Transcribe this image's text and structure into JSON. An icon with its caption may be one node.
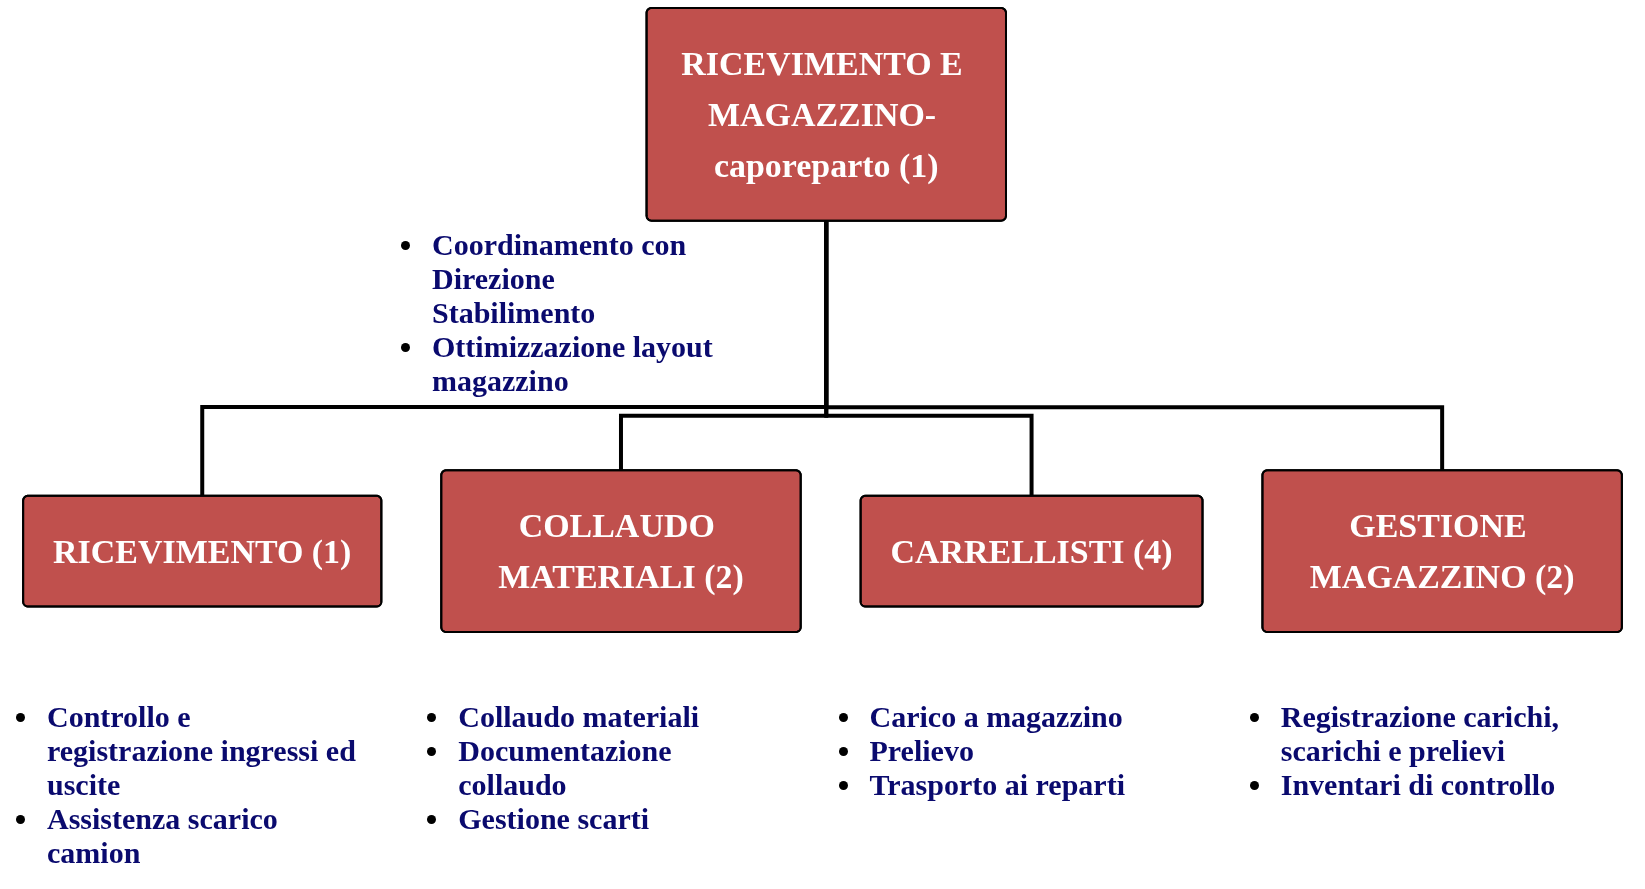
{
  "diagram": {
    "nodes": [
      {
        "text": [
          "RICEVIMENTO E MAGAZZINO- caporeparto (1)"
        ],
        "beside": [
          "Coordinamento con Direzione Stabilimento",
          "Ottimizzazione layout magazzino"
        ]
      },
      {
        "text": [
          "RICEVIMENTO (1)"
        ],
        "beside": [
          "Controllo e registrazione ingressi ed uscite",
          "Assistenza scarico camion"
        ]
      },
      {
        "text": [
          "COLLAUDO MATERIALI (2)"
        ],
        "beside": [
          "Collaudo materiali",
          "Documentazione collaudo",
          "Gestione scarti"
        ]
      },
      {
        "text": [
          "CARRELLISTI (4)"
        ],
        "beside": [
          "Carico a magazzino",
          "Prelievo",
          "Trasporto ai reparti"
        ]
      },
      {
        "text": [
          "GESTIONE MAGAZZINO (2)"
        ],
        "beside": [
          "Registrazione carichi, scarichi e prelievi",
          "Inventari di controllo"
        ]
      }
    ],
    "edges": [
      {
        "from": 0,
        "to": 1,
        "arrow": "none"
      },
      {
        "from": 0,
        "to": 2,
        "arrow": "none"
      },
      {
        "from": 0,
        "to": 3,
        "arrow": "none"
      },
      {
        "from": 0,
        "to": 4,
        "arrow": "none"
      }
    ]
  }
}
